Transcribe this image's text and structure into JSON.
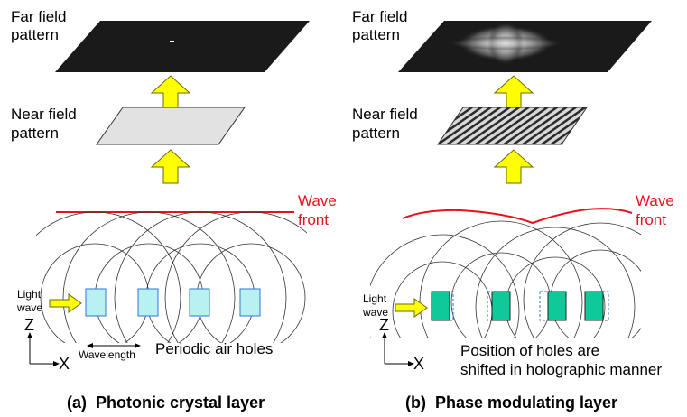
{
  "panels": {
    "left": {
      "far_field_label": [
        "Far field",
        "pattern"
      ],
      "near_field_label": [
        "Near field",
        "pattern"
      ],
      "wave_front_label": [
        "Wave",
        "front"
      ],
      "light_wave_label": [
        "Light",
        "wave"
      ],
      "axis_z": "Z",
      "axis_x": "X",
      "wavelength_label": "Wavelength",
      "holes_label": "Periodic air holes",
      "caption_tag": "(a)",
      "caption_text": "Photonic crystal layer"
    },
    "right": {
      "far_field_label": [
        "Far field",
        "pattern"
      ],
      "near_field_label": [
        "Near field",
        "pattern"
      ],
      "wave_front_label": [
        "Wave",
        "front"
      ],
      "light_wave_label": [
        "Light",
        "wave"
      ],
      "axis_z": "Z",
      "axis_x": "X",
      "holes_label": [
        "Position of holes are",
        "shifted in holographic manner"
      ],
      "caption_tag": "(b)",
      "caption_text": "Phase modulating layer"
    }
  },
  "colors": {
    "far_field_plane": "#1a1a1a",
    "near_field_plane_left": "#e2e2e2",
    "arrow_fill": "#ffff00",
    "wave_front": "#e8121b",
    "hole_left": "#b9f1f3",
    "hole_right": "#10c99a",
    "hole_border": "#2e75d6"
  }
}
